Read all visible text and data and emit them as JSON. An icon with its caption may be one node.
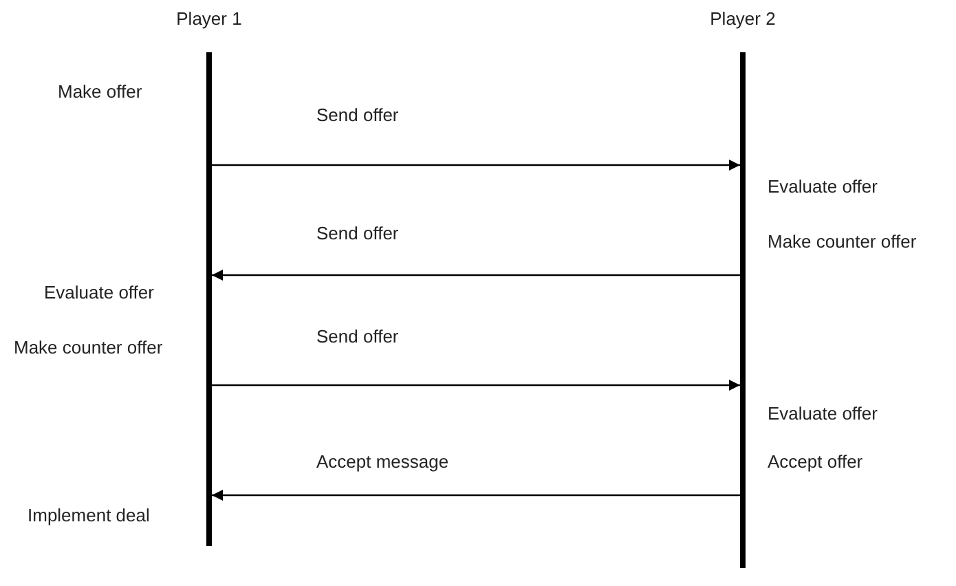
{
  "diagram": {
    "nodes": [
      {
        "text": [
          "Player 1"
        ]
      },
      {
        "text": [
          "Player 2"
        ]
      }
    ],
    "edges": [
      {
        "from": 0,
        "to": 1,
        "arrow": "to",
        "label": "Send offer"
      },
      {
        "from": 1,
        "to": 0,
        "arrow": "to",
        "label": "Send offer"
      },
      {
        "from": 0,
        "to": 1,
        "arrow": "to",
        "label": "Send offer"
      },
      {
        "from": 1,
        "to": 0,
        "arrow": "to",
        "label": "Accept message"
      }
    ],
    "labels": [
      "Make offer",
      "Evaluate offer",
      "Make counter offer",
      "Evaluate offer",
      "Make counter offer",
      "Evaluate offer",
      "Accept offer",
      "Implement deal"
    ]
  }
}
